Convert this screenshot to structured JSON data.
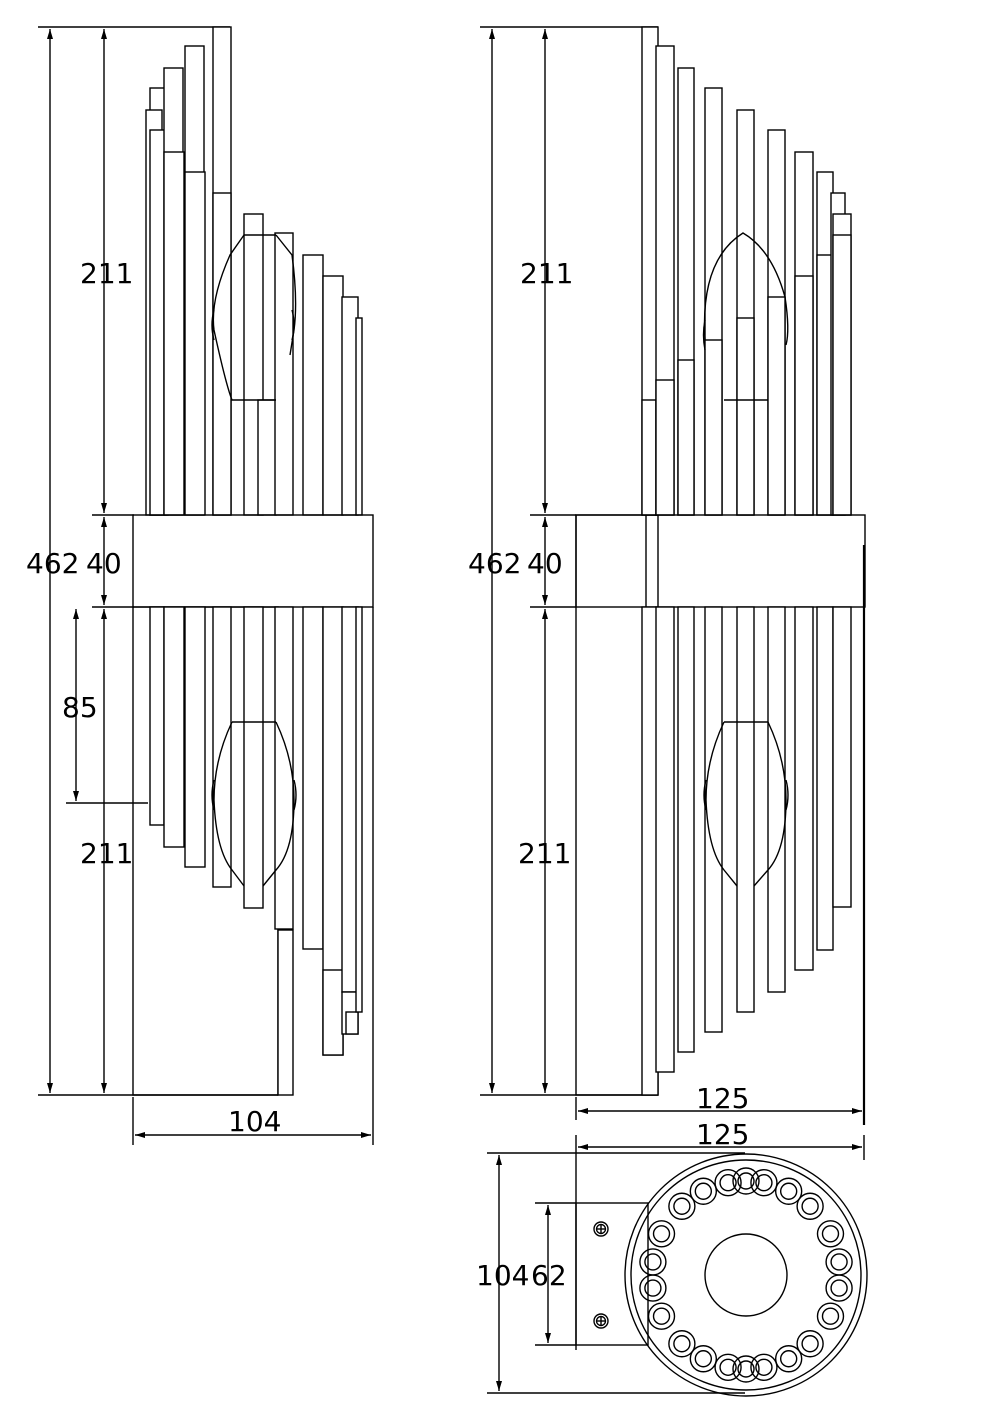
{
  "diagram": {
    "left_view": {
      "dim_total_height": "462",
      "dim_upper_section": "211",
      "dim_band": "40",
      "dim_mount": "85",
      "dim_lower_section": "211",
      "dim_width": "104"
    },
    "right_view": {
      "dim_total_height": "462",
      "dim_upper_section": "211",
      "dim_band": "40",
      "dim_lower_section": "211",
      "dim_width": "125"
    },
    "bottom_view": {
      "dim_width": "125",
      "dim_height": "104",
      "dim_plate": "62"
    }
  }
}
